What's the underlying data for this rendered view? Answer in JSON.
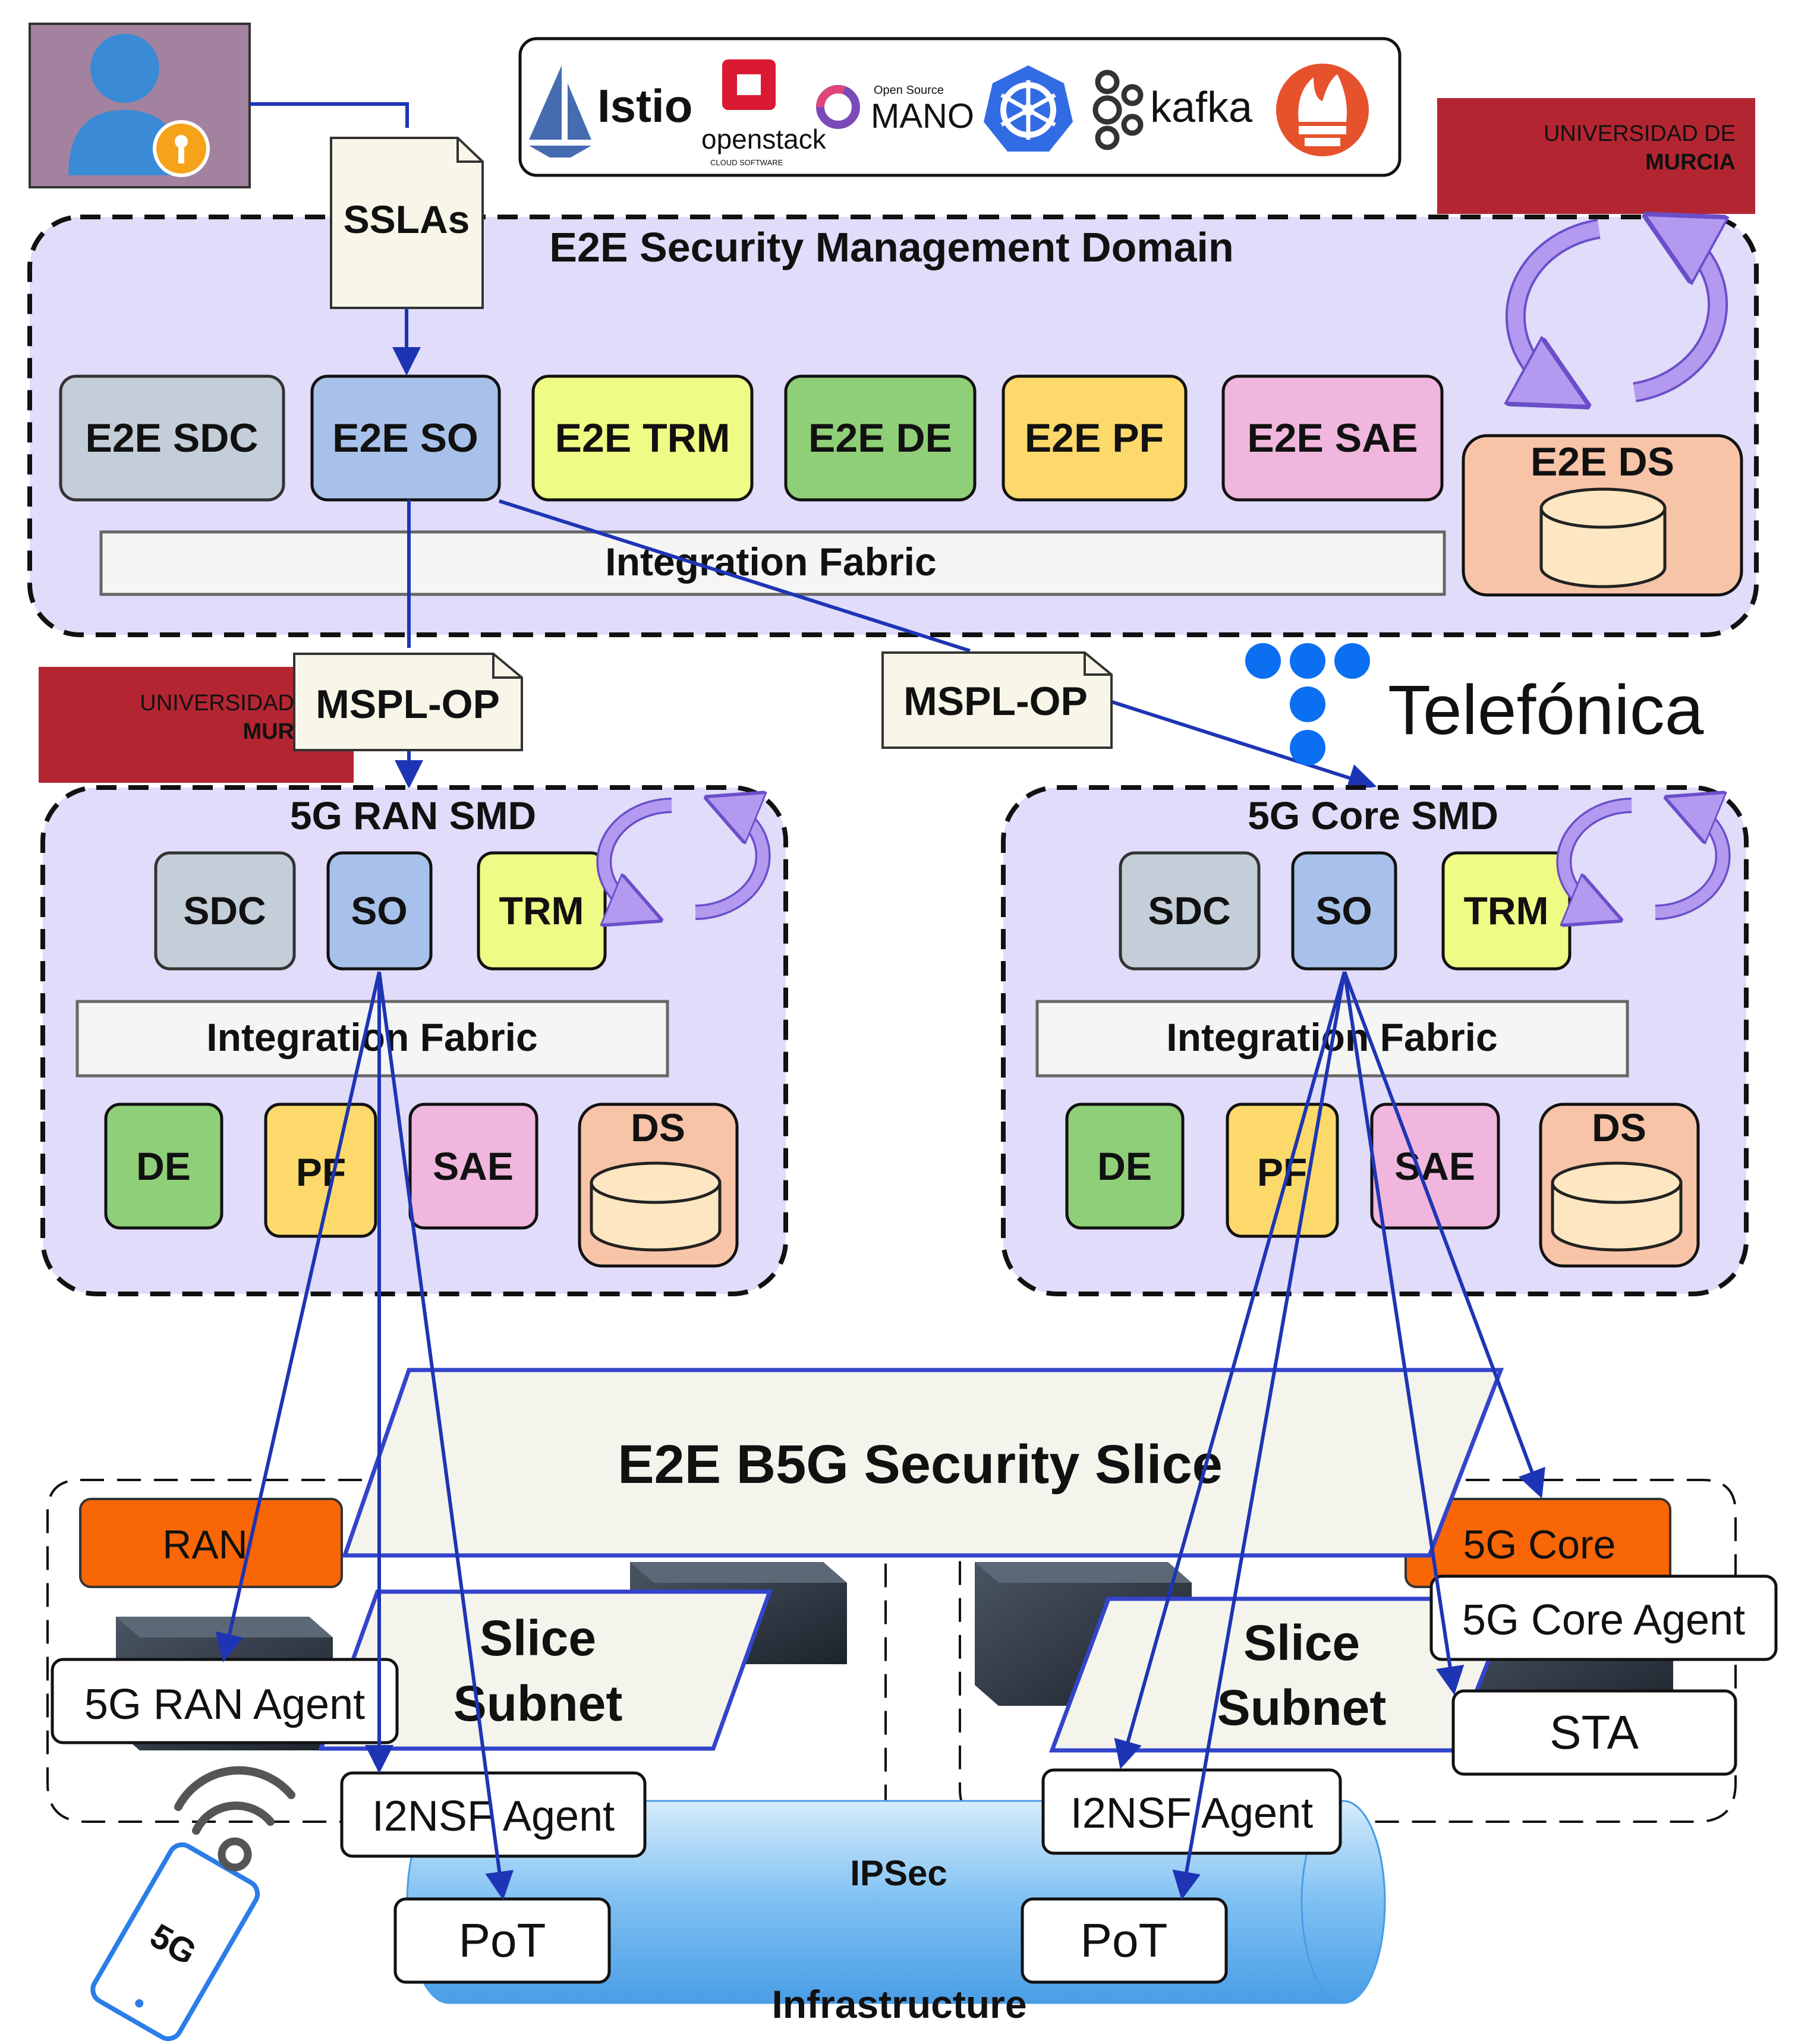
{
  "logos": {
    "istio": "Istio",
    "openstack": "openstack",
    "openstack_tag": "CLOUD SOFTWARE",
    "osm_small": "Open Source",
    "osm": "MANO",
    "kafka": "kafka",
    "um_line1": "UNIVERSIDAD DE",
    "um_line2": "MURCIA",
    "um2_line1": "UNIVERSIDAD",
    "um2_line2": "MUR",
    "telefonica": "Telefónica"
  },
  "e2e": {
    "sslas": "SSLAs",
    "title": "E2E Security Management Domain",
    "modules": [
      "E2E SDC",
      "E2E SO",
      "E2E TRM",
      "E2E DE",
      "E2E PF",
      "E2E SAE"
    ],
    "ds": "E2E DS",
    "fabric": "Integration Fabric",
    "mspl_left": "MSPL-OP",
    "mspl_right": "MSPL-OP"
  },
  "ran_smd": {
    "title": "5G RAN SMD",
    "sdc": "SDC",
    "so": "SO",
    "trm": "TRM",
    "fabric": "Integration Fabric",
    "de": "DE",
    "pf": "PF",
    "sae": "SAE",
    "ds": "DS"
  },
  "core_smd": {
    "title": "5G Core SMD",
    "sdc": "SDC",
    "so": "SO",
    "trm": "TRM",
    "fabric": "Integration Fabric",
    "de": "DE",
    "pf": "PF",
    "sae": "SAE",
    "ds": "DS"
  },
  "infra": {
    "slice": "E2E B5G Security Slice",
    "ran": "RAN",
    "core": "5G Core",
    "subnet_line1": "Slice",
    "subnet_line2": "Subnet",
    "ran_agent": "5G RAN Agent",
    "core_agent": "5G Core Agent",
    "sta": "STA",
    "i2nsf": "I2NSF Agent",
    "ipsec": "IPSec",
    "pot": "PoT",
    "phone": "5G",
    "label": "Infrastructure"
  },
  "colors": {
    "domain_fill": "#e0dcfa",
    "arrow_blue": "#1d35b4",
    "sdc": "#c3ced8",
    "so": "#a7c1ea",
    "trm": "#eefb84",
    "de": "#8fcf78",
    "pf": "#fcd96a",
    "sae": "#f0b6dd",
    "ds": "#f7c4a8",
    "um_red": "#b42532",
    "telefonica": "#0b6ff2",
    "orange": "#f96606",
    "cycle": "#b39af0"
  }
}
